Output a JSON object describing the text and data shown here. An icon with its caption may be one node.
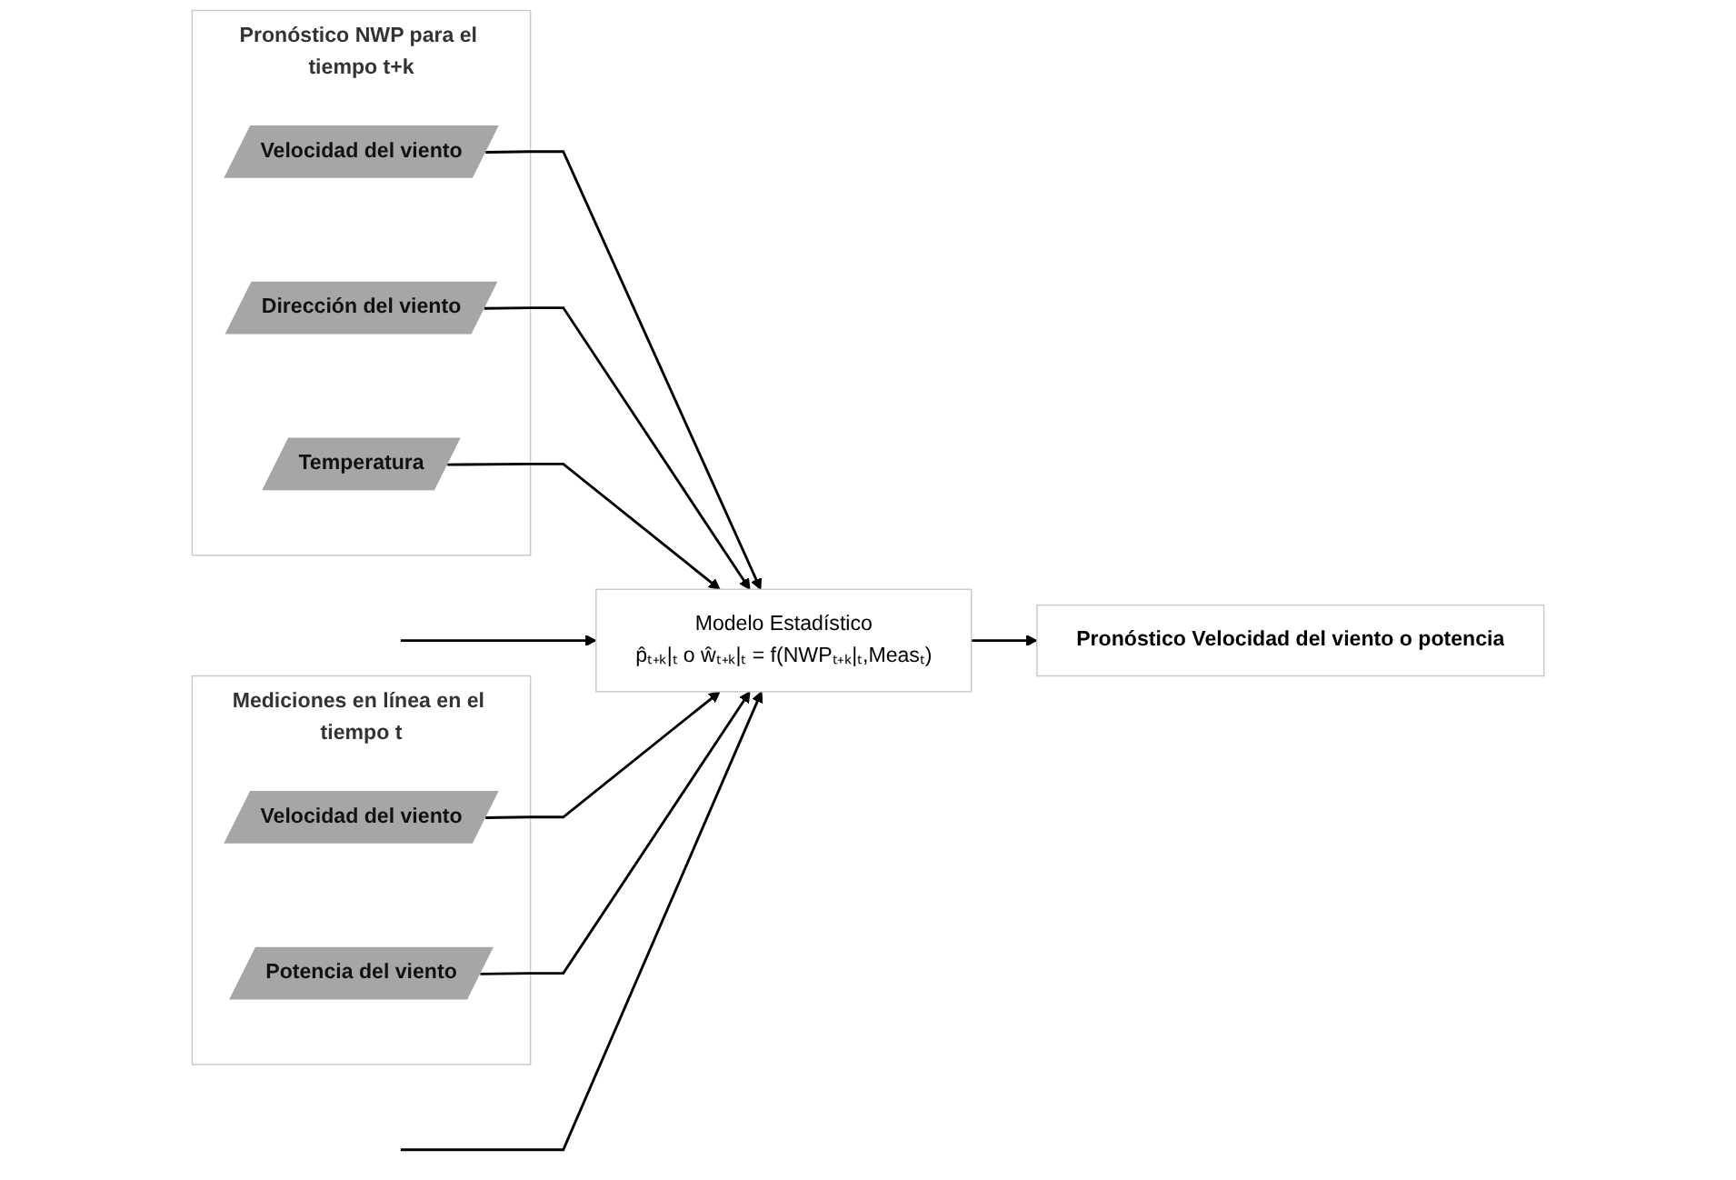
{
  "diagram": {
    "nodes": [
      {
        "text": [
          "Pronóstico NWP para el tiempo t+k"
        ]
      },
      {
        "text": [
          "Velocidad del viento"
        ],
        "in": 0
      },
      {
        "text": [
          "Dirección del viento"
        ],
        "in": 0
      },
      {
        "text": [
          "Temperatura"
        ],
        "in": 0
      },
      {
        "text": [
          "Mediciones en línea en el tiempo t"
        ]
      },
      {
        "text": [
          "Velocidad del viento"
        ],
        "in": 4
      },
      {
        "text": [
          "Potencia del viento"
        ],
        "in": 4
      },
      {
        "text": [
          "Modelo Estadístico",
          "p̂ₜ₊ₖ|ₜ o ŵₜ₊ₖ|ₜ = f(NWPₜ₊ₖ|ₜ,Measₜ)"
        ]
      },
      {
        "text": [
          "Pronóstico Velocidad del viento o potencia"
        ]
      }
    ],
    "edges": [
      {
        "from": 1,
        "to": 7,
        "arrow": "to"
      },
      {
        "from": 2,
        "to": 7,
        "arrow": "to"
      },
      {
        "from": 3,
        "to": 7,
        "arrow": "to"
      },
      {
        "from": null,
        "to": 7,
        "arrow": "to"
      },
      {
        "from": 5,
        "to": 7,
        "arrow": "to"
      },
      {
        "from": 6,
        "to": 7,
        "arrow": "to"
      },
      {
        "from": null,
        "to": 7,
        "arrow": "to"
      },
      {
        "from": 7,
        "to": 8,
        "arrow": "to"
      }
    ]
  }
}
